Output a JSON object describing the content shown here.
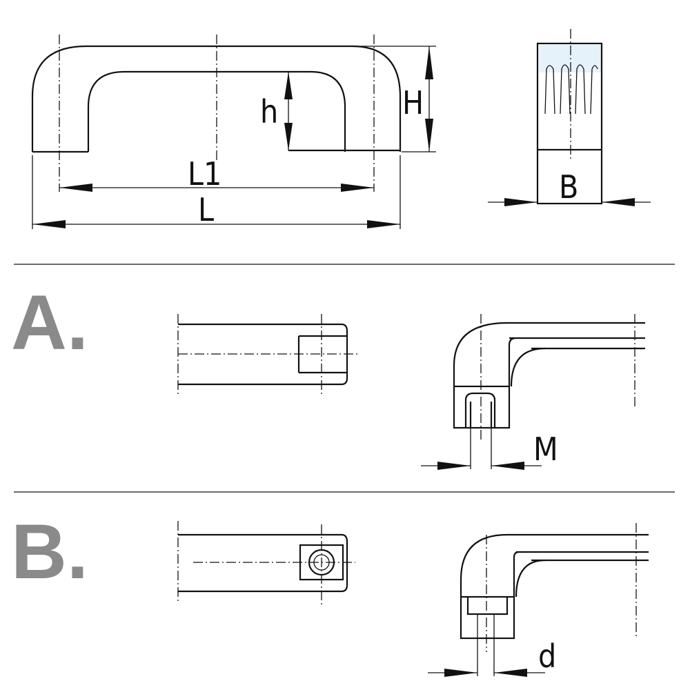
{
  "drawing": {
    "dimensions": {
      "L1": "L1",
      "L": "L",
      "h": "h",
      "H": "H",
      "B": "B",
      "M": "M",
      "d": "d"
    },
    "variants": [
      {
        "label": "A."
      },
      {
        "label": "B."
      }
    ],
    "colors": {
      "line": "#111111",
      "variant_label": "#8a8a8a",
      "cap_fill": "#e6f2fa"
    }
  }
}
